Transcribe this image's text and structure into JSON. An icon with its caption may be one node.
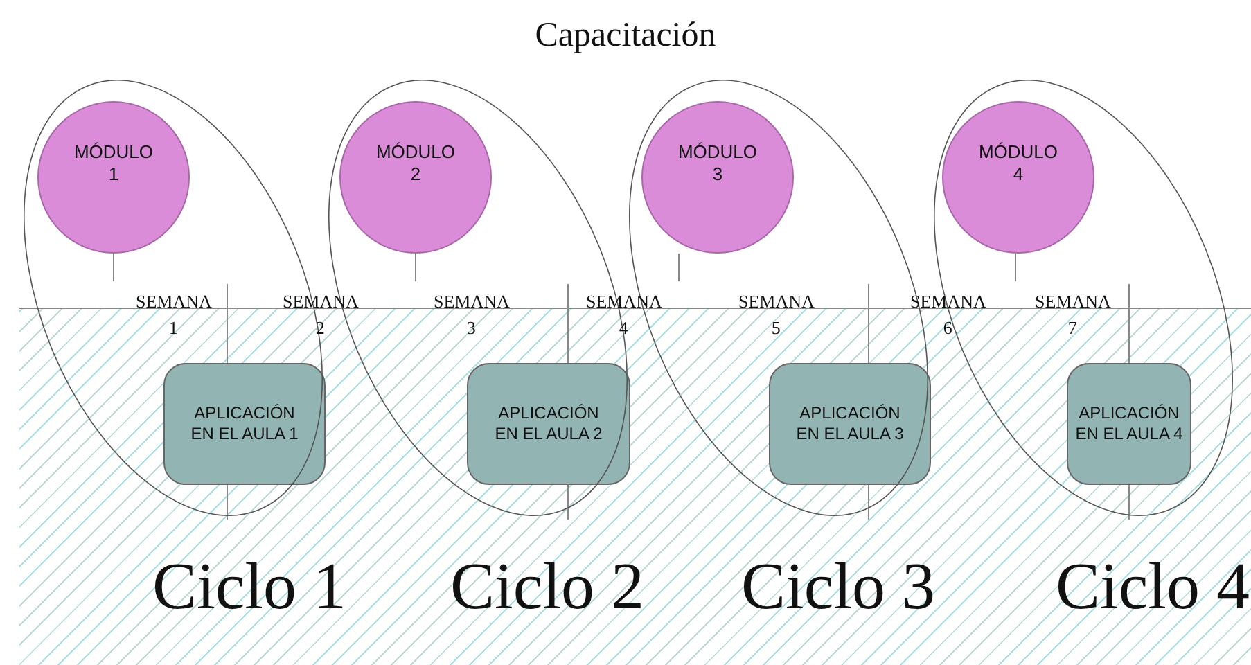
{
  "diagram": {
    "title": "Capacitación",
    "nodes": [
      {
        "text": [
          "MÓDULO 1"
        ]
      },
      {
        "text": [
          "MÓDULO 2"
        ]
      },
      {
        "text": [
          "MÓDULO 3"
        ]
      },
      {
        "text": [
          "MÓDULO 4"
        ]
      },
      {
        "text": [
          "APLICACIÓN EN EL AULA 1"
        ]
      },
      {
        "text": [
          "APLICACIÓN EN EL AULA 2"
        ]
      },
      {
        "text": [
          "APLICACIÓN EN EL AULA 3"
        ]
      },
      {
        "text": [
          "APLICACIÓN EN EL AULA 4"
        ]
      }
    ],
    "labels": [
      "SEMANA 1",
      "SEMANA 2",
      "SEMANA 3",
      "SEMANA 4",
      "SEMANA 5",
      "SEMANA 6",
      "SEMANA 7",
      "Ciclo 1",
      "Ciclo 2",
      "Ciclo 3",
      "Ciclo 4"
    ]
  }
}
